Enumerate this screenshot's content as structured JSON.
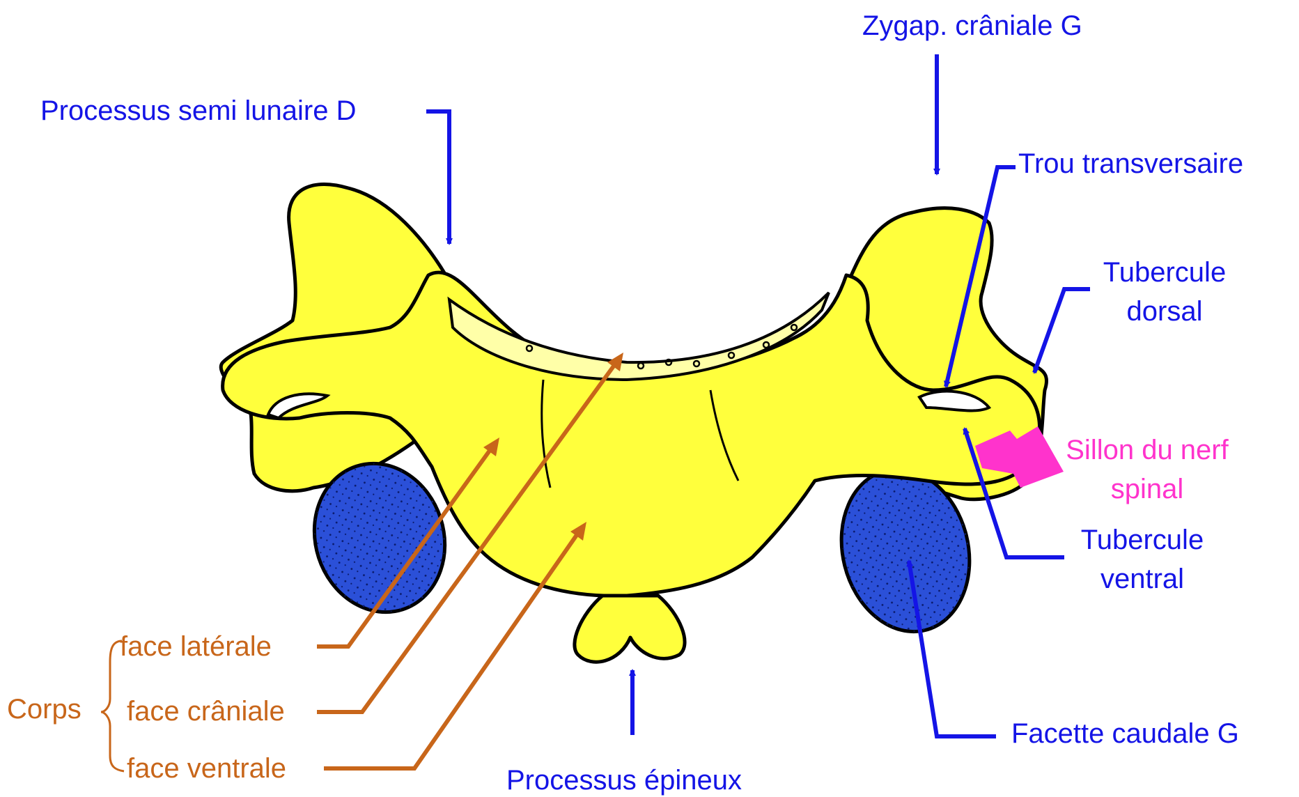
{
  "colors": {
    "bone_fill": "#ffff3c",
    "outline": "#000000",
    "facet_fill": "#2b50d8",
    "label_blue": "#1414e6",
    "label_pink": "#ff33cc",
    "label_brown": "#c8661a"
  },
  "labels": {
    "zygap_craniale": "Zygap. crâniale G",
    "processus_semi_lunaire": "Processus semi lunaire D",
    "trou_transversaire": "Trou transversaire",
    "tubercule_dorsal_1": "Tubercule",
    "tubercule_dorsal_2": "dorsal",
    "sillon_1": "Sillon du nerf",
    "sillon_2": "spinal",
    "tubercule_ventral_1": "Tubercule",
    "tubercule_ventral_2": "ventral",
    "facette_caudale": "Facette caudale G",
    "processus_epineux": "Processus épineux",
    "corps": "Corps",
    "face_laterale": "face latérale",
    "face_craniale": "face crâniale",
    "face_ventrale": "face ventrale"
  }
}
